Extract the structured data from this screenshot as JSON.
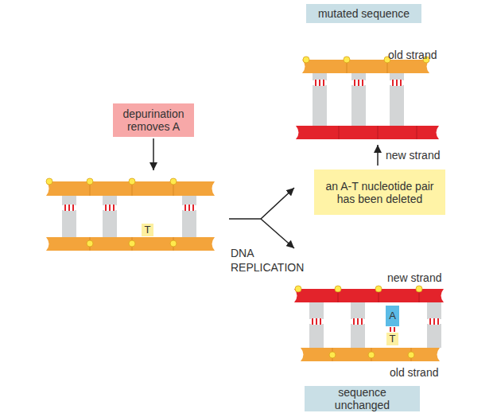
{
  "diagram": {
    "nodes": [
      {
        "text": [
          "mutated sequence"
        ]
      },
      {
        "text": [
          "depurination removes A"
        ]
      },
      {
        "text": [
          "an A-T nucleotide pair has been deleted"
        ]
      },
      {
        "text": [
          "T"
        ]
      },
      {
        "text": [
          "A"
        ]
      },
      {
        "text": [
          "T"
        ]
      },
      {
        "text": [
          "sequence unchanged"
        ]
      }
    ],
    "labels": [
      "old strand",
      "new strand",
      "DNA REPLICATION",
      "new strand",
      "old strand"
    ]
  }
}
